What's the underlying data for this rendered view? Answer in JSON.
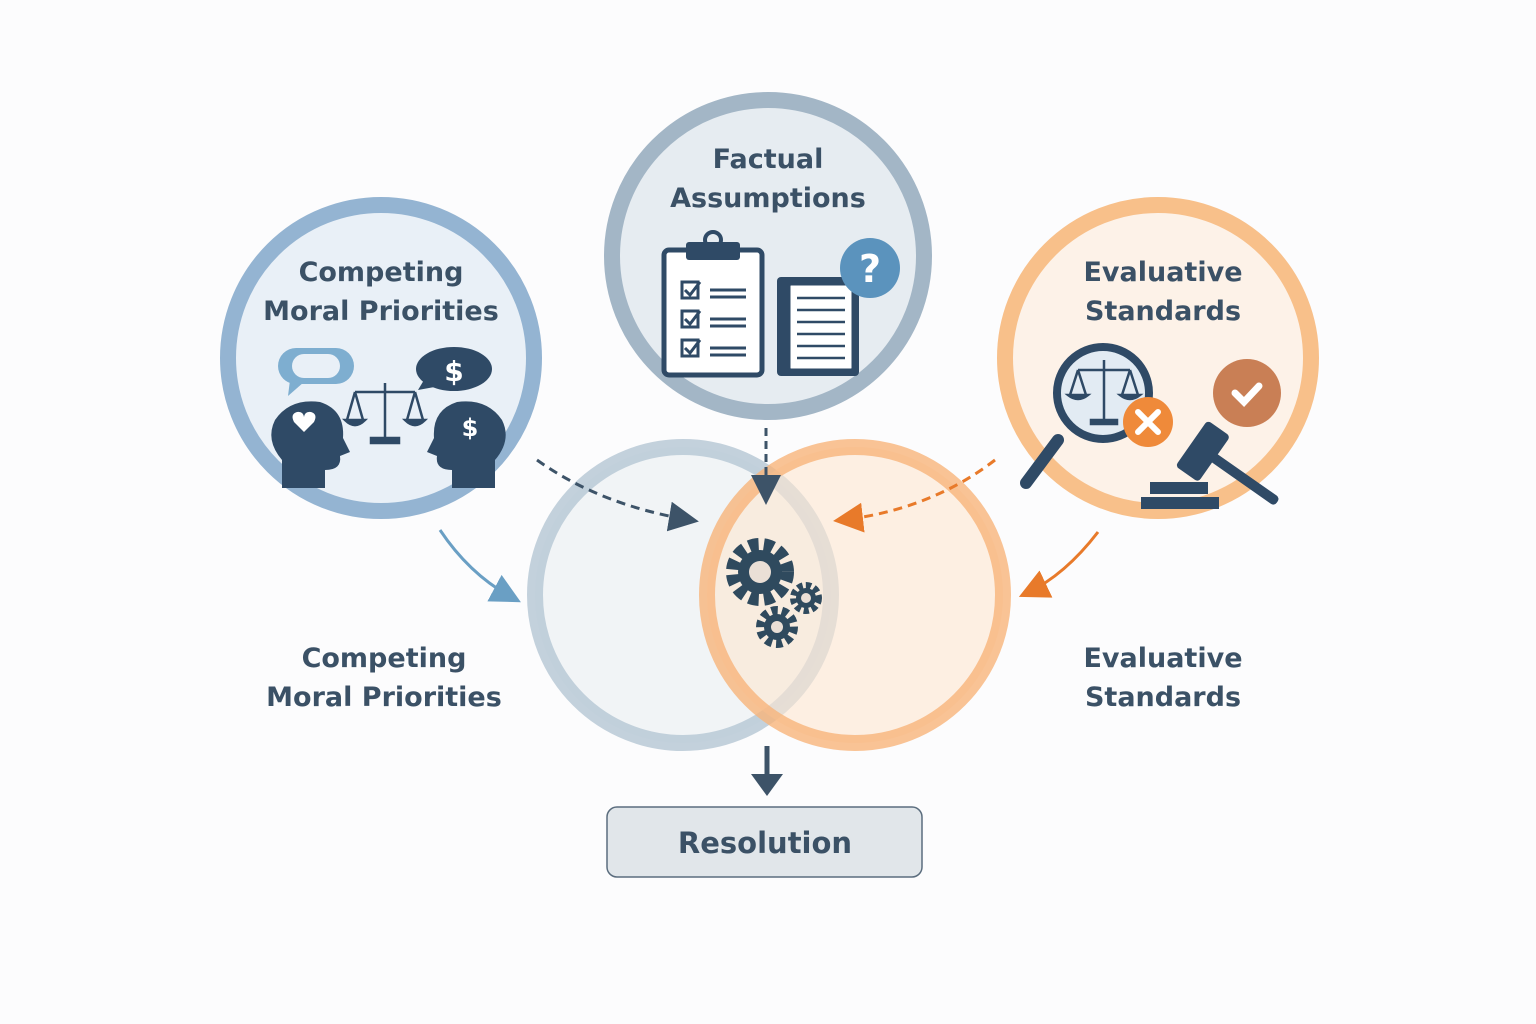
{
  "circles": {
    "moral": {
      "line1": "Competing",
      "line2": "Moral Priorities"
    },
    "factual": {
      "line1": "Factual",
      "line2": "Assumptions"
    },
    "evaluative": {
      "line1": "Evaluative",
      "line2": "Standards"
    }
  },
  "venn_labels": {
    "left": {
      "line1": "Competing",
      "line2": "Moral Priorities"
    },
    "right": {
      "line1": "Evaluative",
      "line2": "Standards"
    }
  },
  "resolution": {
    "label": "Resolution"
  },
  "icons": {
    "question": "?",
    "dollar": "$"
  },
  "colors": {
    "navy": "#2f4a66",
    "blue": "#94b4d2",
    "orange": "#f8c08a",
    "accent_orange": "#e87a2a",
    "text": "#3b5166"
  }
}
